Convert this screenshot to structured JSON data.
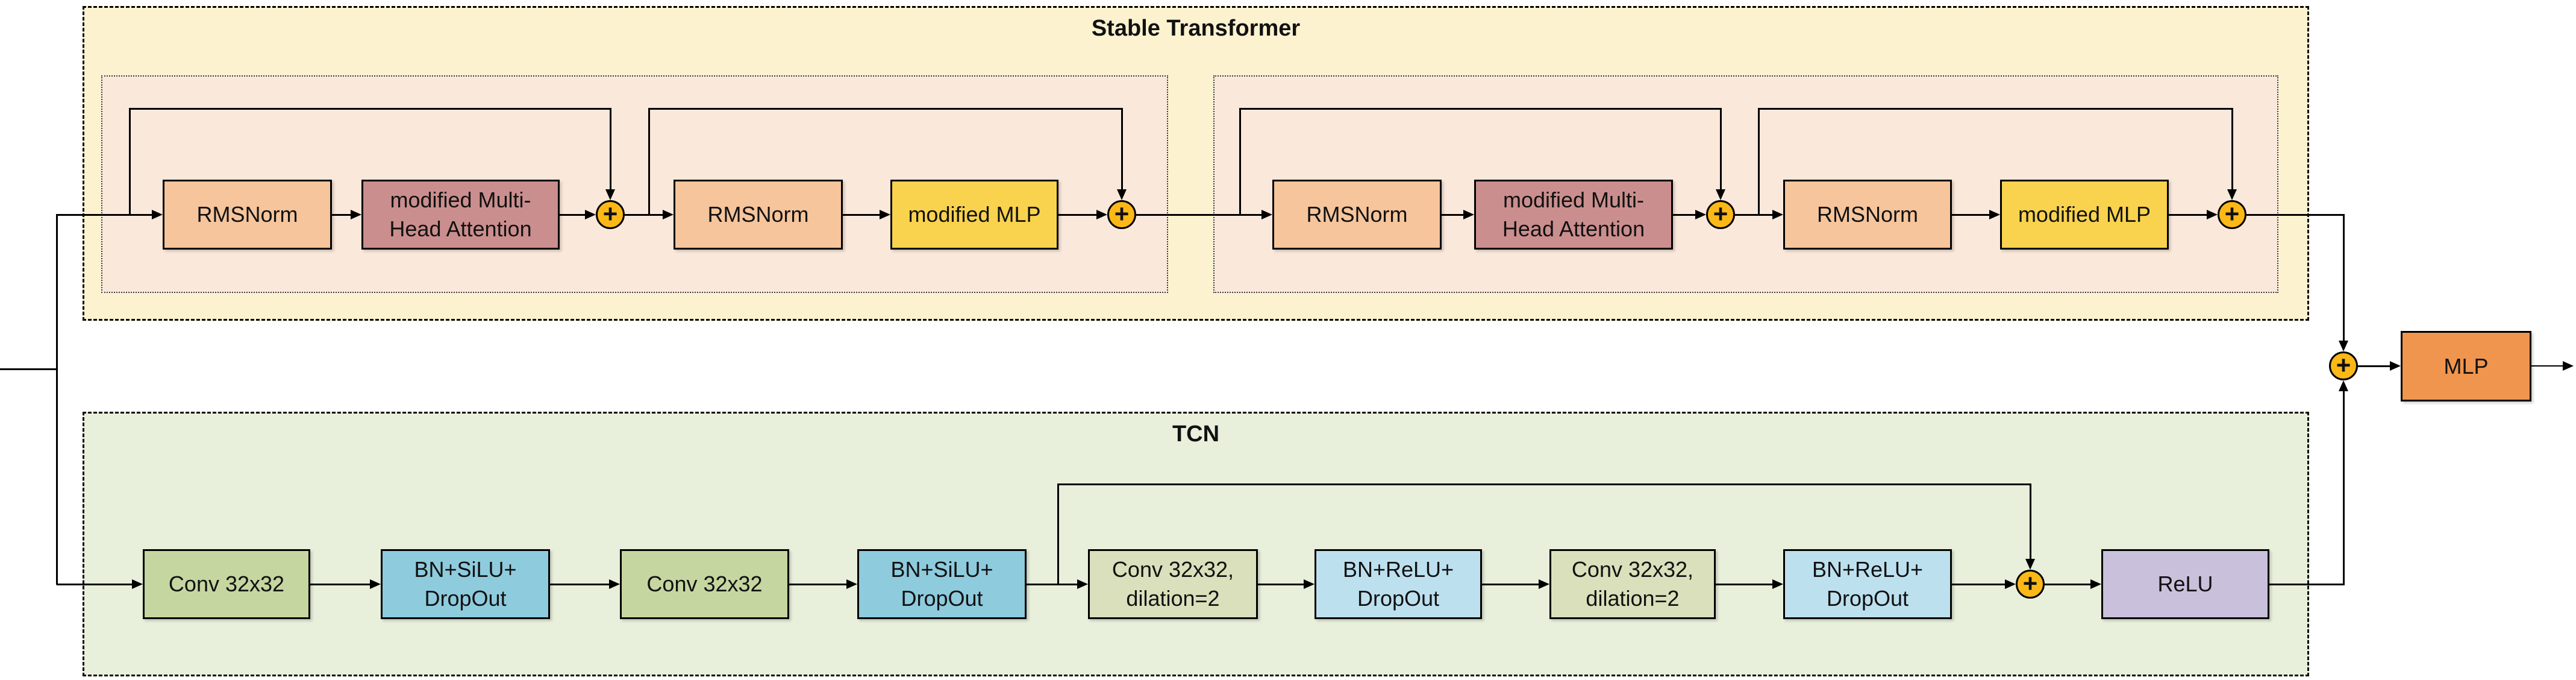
{
  "transformer": {
    "title": "Stable Transformer",
    "blocks": [
      {
        "norm1": "RMSNorm",
        "attention": "modified Multi-\nHead Attention",
        "sum1": "+",
        "norm2": "RMSNorm",
        "mlp": "modified MLP",
        "sum2": "+"
      },
      {
        "norm1": "RMSNorm",
        "attention": "modified Multi-\nHead Attention",
        "sum1": "+",
        "norm2": "RMSNorm",
        "mlp": "modified MLP",
        "sum2": "+"
      }
    ]
  },
  "tcn": {
    "title": "TCN",
    "nodes": [
      {
        "label": "Conv 32x32",
        "type": "conv"
      },
      {
        "label": "BN+SiLU+\nDropOut",
        "type": "bn-silu-dropout"
      },
      {
        "label": "Conv 32x32",
        "type": "conv"
      },
      {
        "label": "BN+SiLU+\nDropOut",
        "type": "bn-silu-dropout"
      },
      {
        "label": "Conv 32x32,\ndilation=2",
        "type": "conv-dilated"
      },
      {
        "label": "BN+ReLU+\nDropOut",
        "type": "bn-relu-dropout"
      },
      {
        "label": "Conv 32x32,\ndilation=2",
        "type": "conv-dilated"
      },
      {
        "label": "BN+ReLU+\nDropOut",
        "type": "bn-relu-dropout"
      },
      {
        "label": "+",
        "type": "sum"
      },
      {
        "label": "ReLU",
        "type": "relu"
      }
    ]
  },
  "output": {
    "sum": "+",
    "mlp": "MLP"
  },
  "colors": {
    "transformer_bg": "#fcf2cf",
    "transformer_inner_bg": "#fae8db",
    "tcn_bg": "#e8efdb",
    "rmsnorm": "#f6c59c",
    "attention": "#cb8e8e",
    "modified_mlp": "#f9d34e",
    "sum_node": "#fbb817",
    "conv": "#c5d6a0",
    "conv_dilated": "#d9e0bb",
    "bn_silu": "#8ecbdd",
    "bn_relu": "#bde0ef",
    "relu": "#c9c0dc",
    "output_mlp": "#f0954e",
    "line": "#000000"
  }
}
